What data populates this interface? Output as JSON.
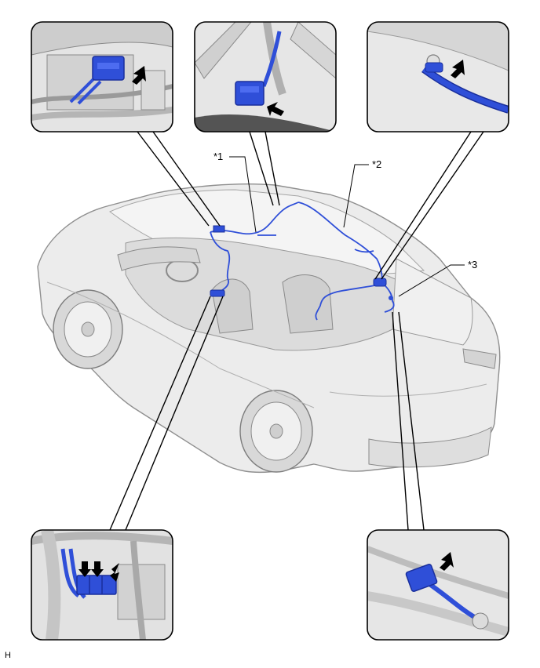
{
  "callouts": [
    {
      "id": "c1",
      "text": "*1"
    },
    {
      "id": "c2",
      "text": "*2"
    },
    {
      "id": "c3",
      "text": "*3"
    }
  ],
  "corner_code": "H",
  "colors": {
    "harness": "#2f4fd8",
    "harness_dark": "#1a2f9c",
    "body_fill": "#e9e9e9",
    "body_stroke": "#8f8f8f",
    "frame": "#000000"
  },
  "insets": [
    {
      "name": "inset-top-left",
      "subject": "connector-with-arrow"
    },
    {
      "name": "inset-top-middle",
      "subject": "connector-with-arrow"
    },
    {
      "name": "inset-top-right",
      "subject": "ground-terminal-with-arrow"
    },
    {
      "name": "inset-bottom-left",
      "subject": "triple-connector-with-arrows"
    },
    {
      "name": "inset-bottom-right",
      "subject": "connector-with-arrow"
    }
  ]
}
